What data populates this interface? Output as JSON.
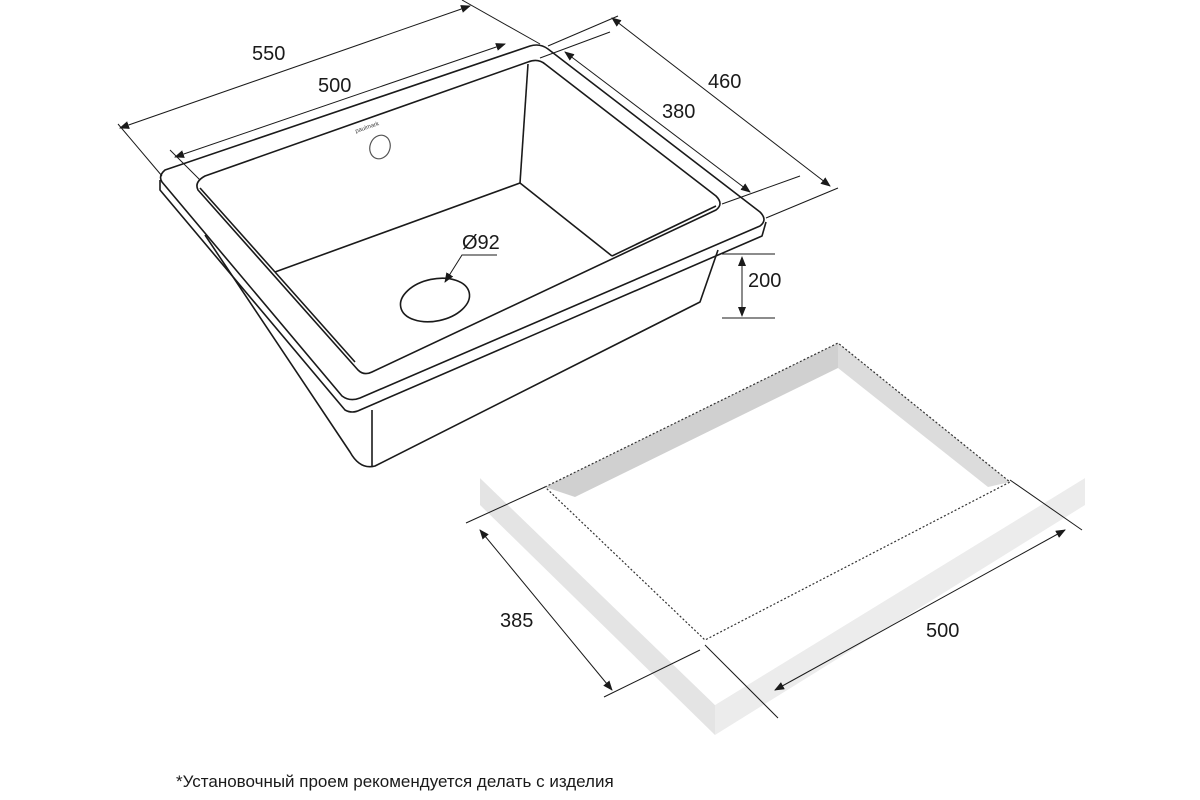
{
  "sink": {
    "logo": "paulmark",
    "dims": {
      "outer_width": "550",
      "bowl_width": "500",
      "outer_depth": "460",
      "bowl_depth": "380",
      "bowl_height": "200",
      "drain": "Ø92"
    }
  },
  "cutout": {
    "dims": {
      "depth": "385",
      "width": "500"
    }
  },
  "footnote": "*Установочный проем рекомендуется делать с изделия",
  "colors": {
    "line": "#1a1a1a",
    "wall": "#d0d0d0",
    "side": "#e4e4e4"
  }
}
